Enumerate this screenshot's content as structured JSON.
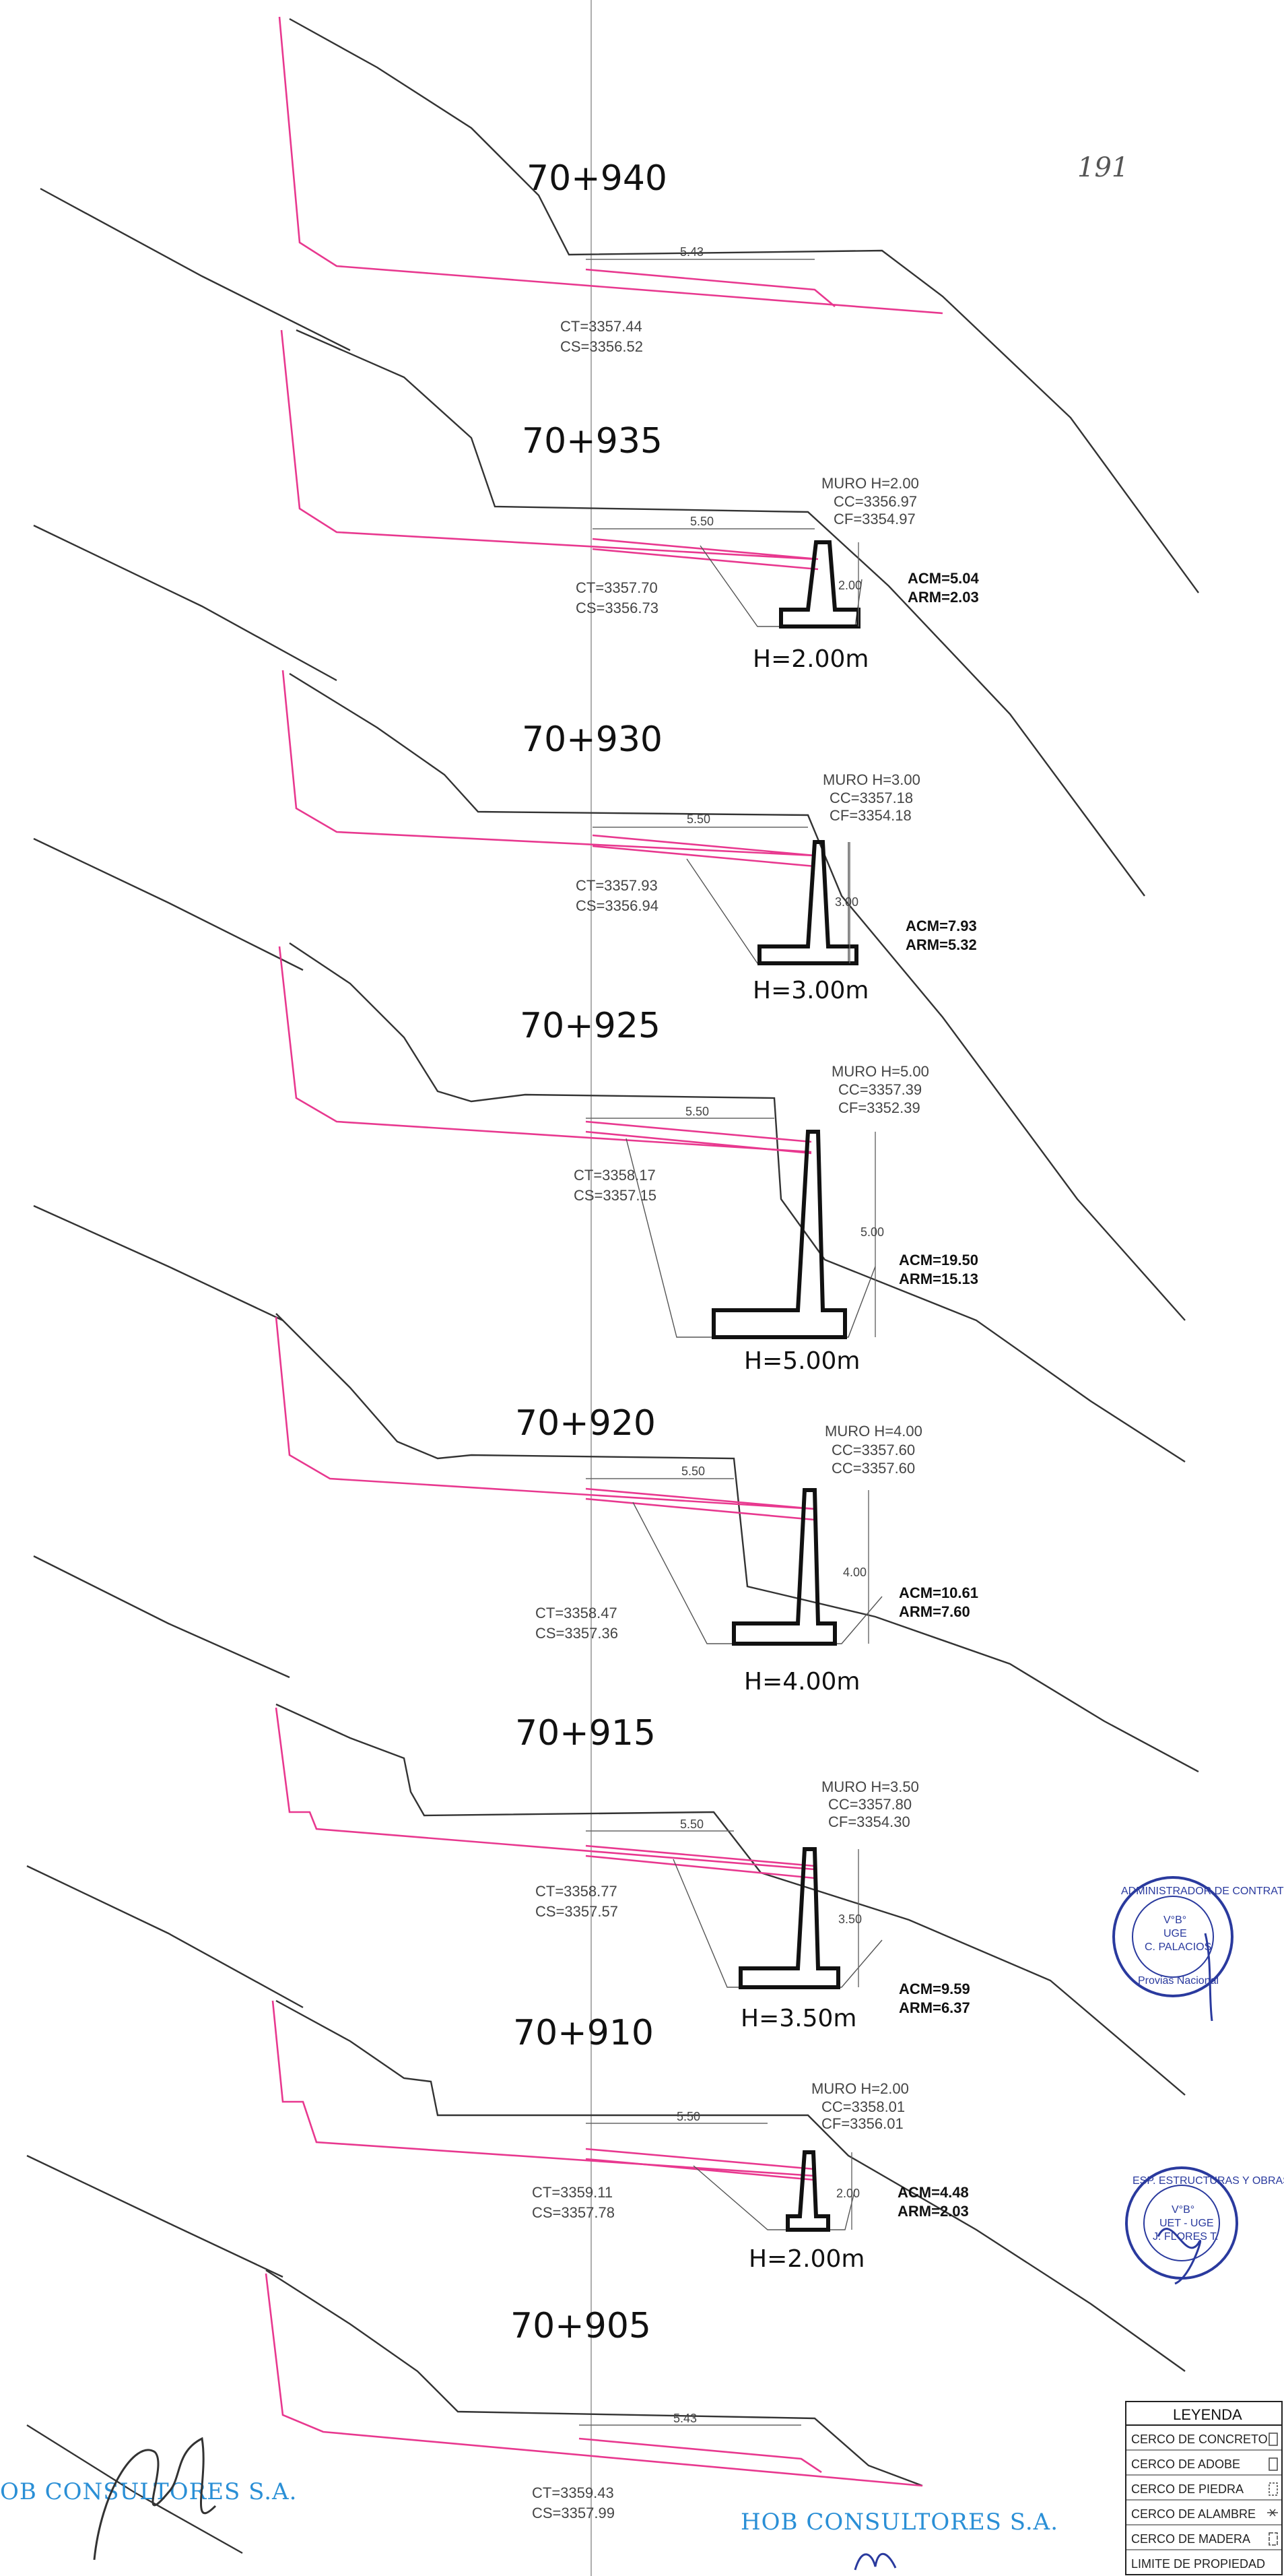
{
  "sheet": {
    "page_number": "191",
    "company_left": "OB CONSULTORES S.A.",
    "company_right": "HOB CONSULTORES S.A."
  },
  "sections": [
    {
      "station": "70+940",
      "width": "5.43",
      "ct": "CT=3357.44",
      "cs": "CS=3356.52",
      "wall": null
    },
    {
      "station": "70+935",
      "width": "5.50",
      "ct": "CT=3357.70",
      "cs": "CS=3356.73",
      "wall": {
        "muro": "MURO H=2.00",
        "cc": "CC=3356.97",
        "cf": "CF=3354.97",
        "h_dim": "2.00",
        "acm": "ACM=5.04",
        "arm": "ARM=2.03",
        "h_label": "H=2.00m"
      }
    },
    {
      "station": "70+930",
      "width": "5.50",
      "ct": "CT=3357.93",
      "cs": "CS=3356.94",
      "wall": {
        "muro": "MURO H=3.00",
        "cc": "CC=3357.18",
        "cf": "CF=3354.18",
        "h_dim": "3.00",
        "acm": "ACM=7.93",
        "arm": "ARM=5.32",
        "h_label": "H=3.00m"
      }
    },
    {
      "station": "70+925",
      "width": "5.50",
      "ct": "CT=3358.17",
      "cs": "CS=3357.15",
      "wall": {
        "muro": "MURO  H=5.00",
        "cc": "CC=3357.39",
        "cf": "CF=3352.39",
        "h_dim": "5.00",
        "acm": "ACM=19.50",
        "arm": "ARM=15.13",
        "h_label": "H=5.00m"
      }
    },
    {
      "station": "70+920",
      "width": "5.50",
      "ct": "CT=3358.47",
      "cs": "CS=3357.36",
      "wall": {
        "muro": "MURO  H=4.00",
        "cc": "CC=3357.60",
        "cf": "CC=3357.60",
        "h_dim": "4.00",
        "acm": "ACM=10.61",
        "arm": "ARM=7.60",
        "h_label": "H=4.00m"
      }
    },
    {
      "station": "70+915",
      "width": "5.50",
      "ct": "CT=3358.77",
      "cs": "CS=3357.57",
      "wall": {
        "muro": "MURO  H=3.50",
        "cc": "CC=3357.80",
        "cf": "CF=3354.30",
        "h_dim": "3.50",
        "acm": "ACM=9.59",
        "arm": "ARM=6.37",
        "h_label": "H=3.50m"
      }
    },
    {
      "station": "70+910",
      "width": "5.50",
      "ct": "CT=3359.11",
      "cs": "CS=3357.78",
      "wall": {
        "muro": "MURO H=2.00",
        "cc": "CC=3358.01",
        "cf": "CF=3356.01",
        "h_dim": "2.00",
        "acm": "ACM=4.48",
        "arm": "ARM=2.03",
        "h_label": "H=2.00m"
      }
    },
    {
      "station": "70+905",
      "width": "5.43",
      "ct": "CT=3359.43",
      "cs": "CS=3357.99",
      "wall": null
    }
  ],
  "legend": {
    "title": "LEYENDA",
    "items": [
      "CERCO DE CONCRETO",
      "CERCO DE ADOBE",
      "CERCO DE PIEDRA",
      "CERCO DE ALAMBRE",
      "CERCO DE MADERA",
      "LIMITE DE PROPIEDAD"
    ]
  },
  "stamps": {
    "stamp1": {
      "line1": "ADMINISTRADOR DE CONTRATO",
      "line2": "V°B°",
      "line3": "UGE",
      "line4": "C. PALACIOS",
      "line5": "Provias Nacional"
    },
    "stamp2": {
      "line1": "ESP. ESTRUCTURAS Y OBRAS DE ARTE",
      "line2": "V°B°",
      "line3": "UET - UGE",
      "line4": "J. FLORES T."
    }
  },
  "colors": {
    "road": "#e8388f",
    "ground": "#333333",
    "stamp": "#2a3a9e",
    "company": "#2a8fd6"
  }
}
